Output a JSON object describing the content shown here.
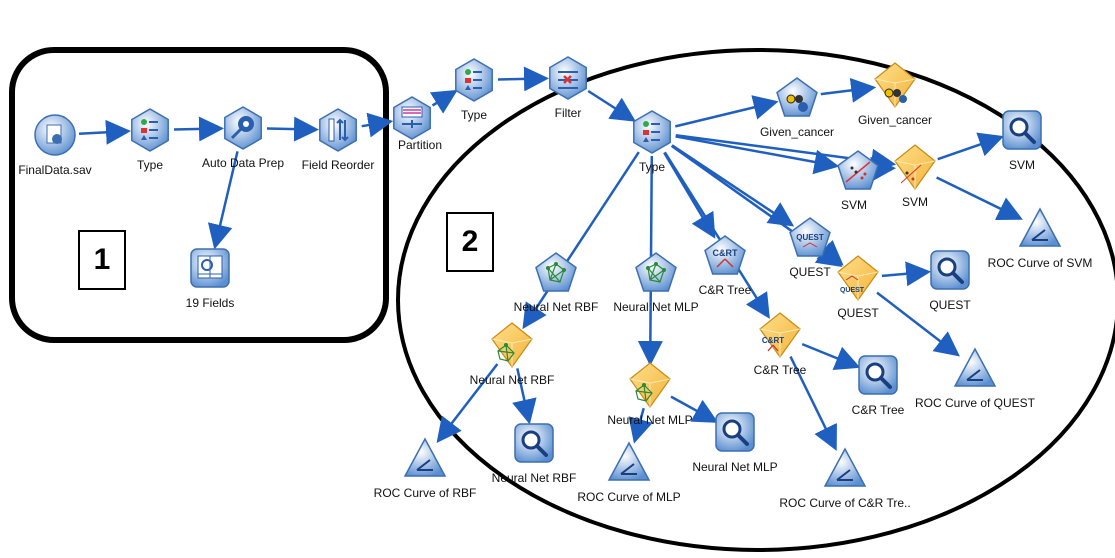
{
  "regions": [
    {
      "label": "1"
    },
    {
      "label": "2"
    }
  ],
  "nodes": {
    "finaldata": {
      "label": "FinalData.sav",
      "icon": "data-file-icon"
    },
    "type1": {
      "label": "Type",
      "icon": "type-icon"
    },
    "autodataprep": {
      "label": "Auto Data Prep",
      "icon": "auto-data-prep-icon"
    },
    "fieldreorder": {
      "label": "Field Reorder",
      "icon": "field-reorder-icon"
    },
    "fields19": {
      "label": "19 Fields",
      "icon": "table-output-icon"
    },
    "partition": {
      "label": "Partition",
      "icon": "partition-icon"
    },
    "type2": {
      "label": "Type",
      "icon": "type-icon"
    },
    "filter": {
      "label": "Filter",
      "icon": "filter-icon"
    },
    "type3": {
      "label": "Type",
      "icon": "type-icon"
    },
    "givencancer_m": {
      "label": "Given_cancer",
      "icon": "given-cancer-modeler-icon"
    },
    "givencancer_n": {
      "label": "Given_cancer",
      "icon": "given-cancer-nugget-icon"
    },
    "svm_m": {
      "label": "SVM",
      "icon": "svm-modeler-icon"
    },
    "svm_n": {
      "label": "SVM",
      "icon": "svm-nugget-icon"
    },
    "svm_a": {
      "label": "SVM",
      "icon": "analysis-icon"
    },
    "roc_svm": {
      "label": "ROC Curve of SVM",
      "icon": "roc-curve-icon"
    },
    "quest_m": {
      "label": "QUEST",
      "icon": "quest-modeler-icon"
    },
    "quest_n": {
      "label": "QUEST",
      "icon": "quest-nugget-icon"
    },
    "quest_a": {
      "label": "QUEST",
      "icon": "analysis-icon"
    },
    "roc_quest": {
      "label": "ROC Curve of QUEST",
      "icon": "roc-curve-icon"
    },
    "rbf_m": {
      "label": "Neural Net RBF",
      "icon": "neural-net-modeler-icon"
    },
    "mlp_m": {
      "label": "Neural Net MLP",
      "icon": "neural-net-modeler-icon"
    },
    "cr_m": {
      "label": "C&R Tree",
      "icon": "cr-tree-modeler-icon"
    },
    "rbf_n": {
      "label": "Neural Net RBF",
      "icon": "neural-net-nugget-icon"
    },
    "mlp_n": {
      "label": "Neural Net MLP",
      "icon": "neural-net-nugget-icon"
    },
    "cr_n": {
      "label": "C&R Tree",
      "icon": "cr-tree-nugget-icon"
    },
    "cr_a": {
      "label": "C&R Tree",
      "icon": "analysis-icon"
    },
    "roc_rbf": {
      "label": "ROC Curve of RBF",
      "icon": "roc-curve-icon"
    },
    "rbf_a": {
      "label": "Neural Net RBF",
      "icon": "analysis-icon"
    },
    "roc_mlp": {
      "label": "ROC Curve of MLP",
      "icon": "roc-curve-icon"
    },
    "mlp_a": {
      "label": "Neural Net MLP",
      "icon": "analysis-icon"
    },
    "roc_cr": {
      "label": "ROC Curve of C&R Tre..",
      "icon": "roc-curve-icon"
    }
  },
  "colors": {
    "arrow": "#1f5fbf",
    "node_blue": "#5b8fd1",
    "node_light": "#d5e6f8",
    "nugget_gold": "#f3b23a",
    "frame": "#000000"
  }
}
